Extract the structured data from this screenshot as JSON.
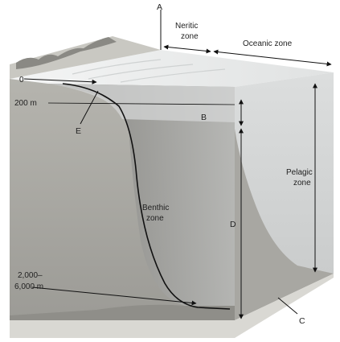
{
  "labels": {
    "a": "A",
    "b": "B",
    "c": "C",
    "d": "D",
    "e": "E",
    "neritic_line1": "Neritic",
    "neritic_line2": "zone",
    "oceanic": "Oceanic zone",
    "pelagic_line1": "Pelagic",
    "pelagic_line2": "zone",
    "benthic_line1": "Benthic",
    "benthic_line2": "zone",
    "depth_0": "0",
    "depth_200": "200 m",
    "depth_deep_line1": "2,000–",
    "depth_deep_line2": "6,000 m"
  },
  "colors": {
    "background": "#ffffff",
    "land_front": "#a7a6a1",
    "land_top": "#c9c8c2",
    "water_top": "#e6e8e8",
    "water_front": "#d8dada",
    "water_side": "#c4c6c6",
    "deep_water": "#8c8c89",
    "seafloor": "#9b9a95",
    "outline": "#111111"
  }
}
